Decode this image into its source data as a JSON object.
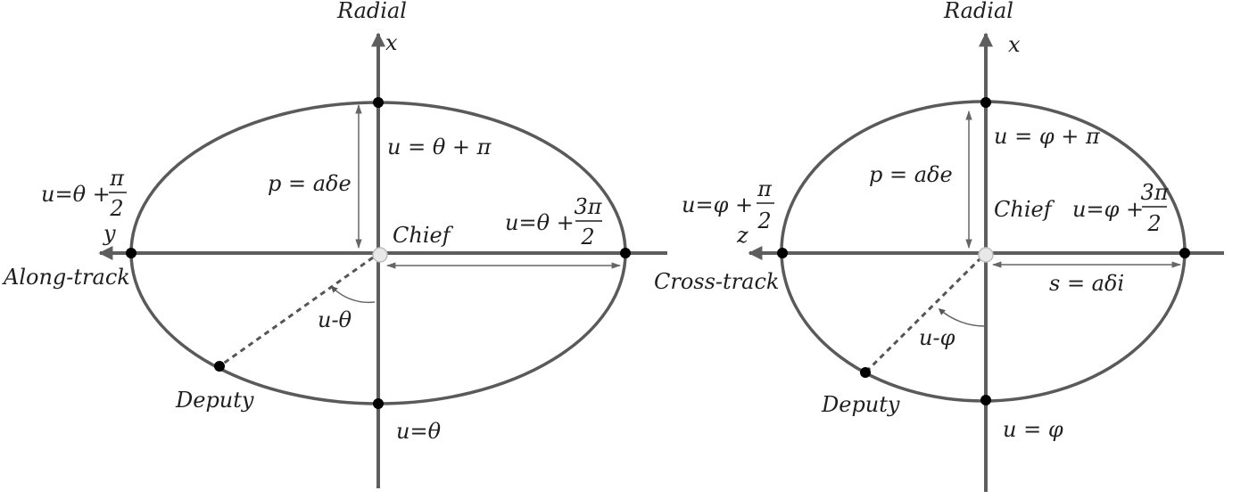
{
  "left_diagram": {
    "axis_top": "Radial",
    "axis_top_var": "x",
    "axis_left_var": "y",
    "axis_left": "Along-track",
    "center": "Chief",
    "p_label": "p = aδe",
    "top_point": "u = θ + π",
    "left_point_prefix": "u=θ +",
    "right_point_prefix": "u=θ +",
    "bottom_point": "u=θ",
    "angle": "u-θ",
    "deputy": "Deputy",
    "frac_num_left": "π",
    "frac_den_left": "2",
    "frac_num_right": "3π",
    "frac_den_right": "2"
  },
  "right_diagram": {
    "axis_top": "Radial",
    "axis_top_var": "x",
    "axis_left_var": "z",
    "axis_left": "Cross-track",
    "center": "Chief",
    "p_label": "p = aδe",
    "s_label": "s = aδi",
    "top_point": "u = φ + π",
    "left_point_prefix": "u=φ +",
    "right_point_prefix": "u=φ +",
    "bottom_point": "u = φ",
    "angle": "u-φ",
    "deputy": "Deputy",
    "frac_num_left": "π",
    "frac_den_left": "2",
    "frac_num_right": "3π",
    "frac_den_right": "2"
  }
}
